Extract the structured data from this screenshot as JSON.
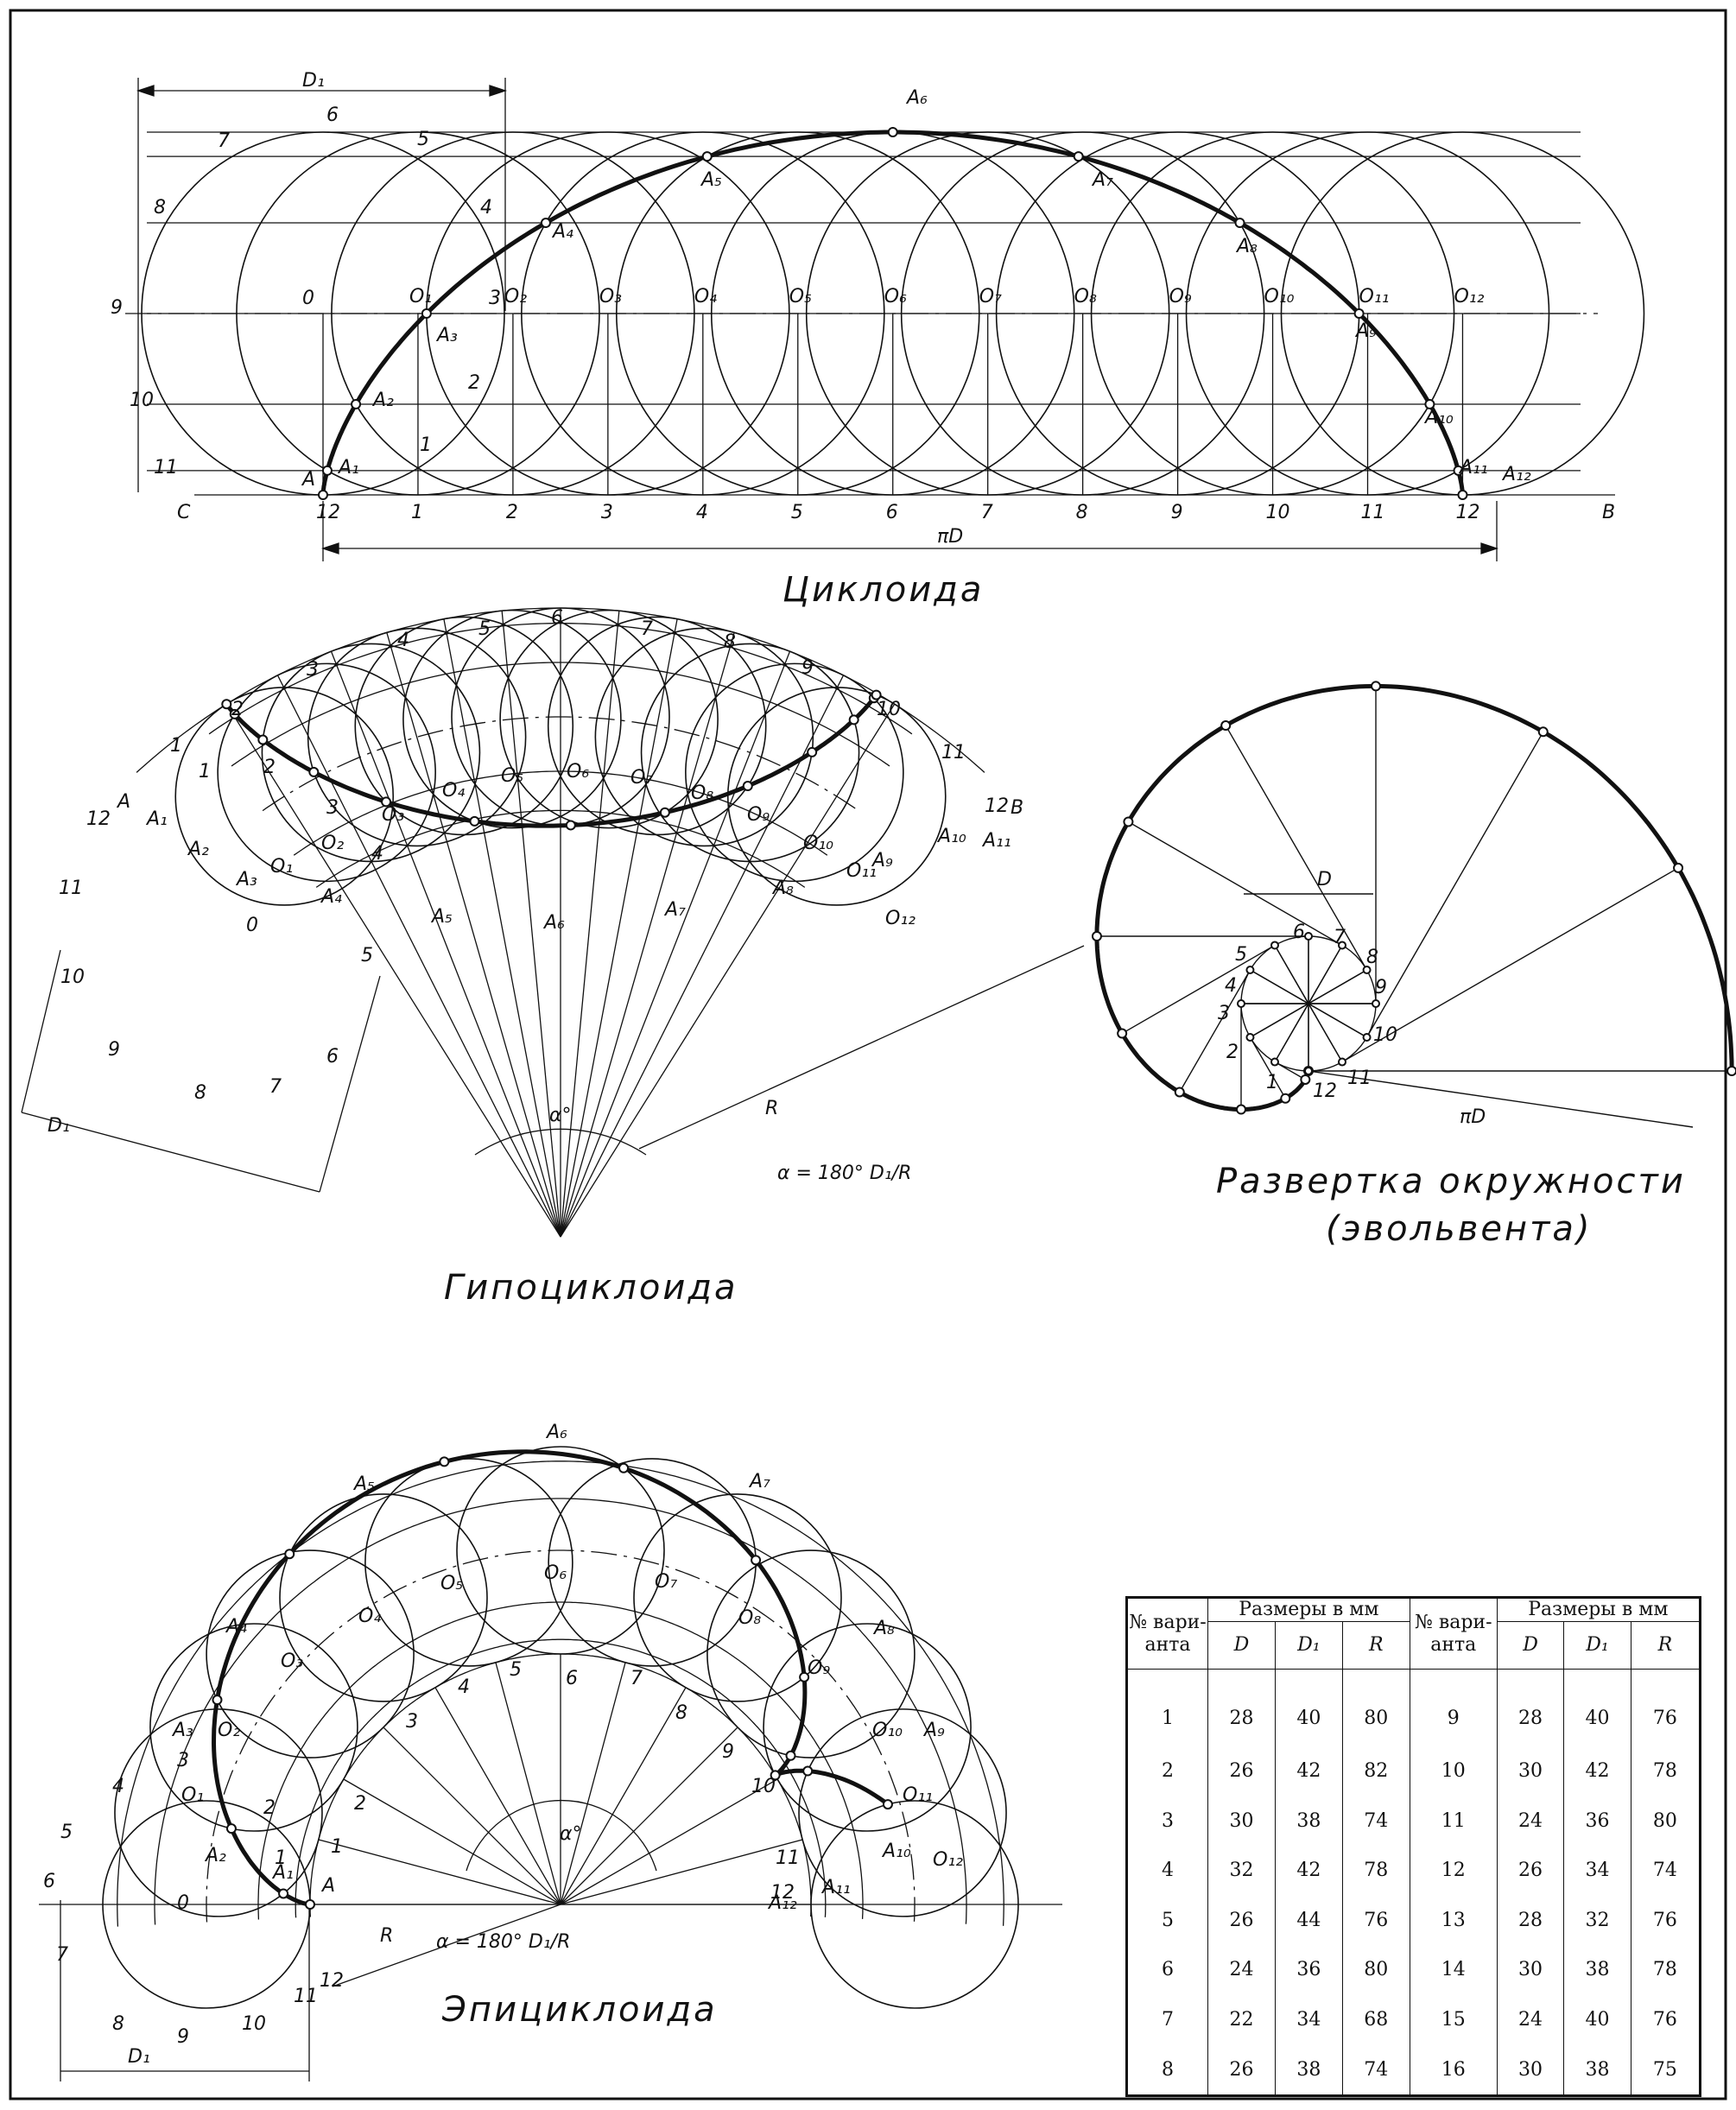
{
  "titles": {
    "cycloid": "Циклоида",
    "hypocycloid": "Гипоциклоида",
    "involute_line1": "Развертка окружности",
    "involute_line2": "(эвольвента)",
    "epicycloid": "Эпициклоида"
  },
  "cycloid": {
    "dim_top": "D₁",
    "dim_bottom": "πD",
    "left_end": "C",
    "right_end": "B",
    "point_A": "A",
    "base_numbers": [
      "12",
      "1",
      "2",
      "3",
      "4",
      "5",
      "6",
      "7",
      "8",
      "9",
      "10",
      "11",
      "12"
    ],
    "circle_numbers": [
      "6",
      "7",
      "8",
      "9",
      "10",
      "11",
      "5",
      "4",
      "3",
      "2",
      "1",
      "0"
    ],
    "centers": [
      "O₁",
      "O₂",
      "O₃",
      "O₄",
      "O₅",
      "O₆",
      "O₇",
      "O₈",
      "O₉",
      "O₁₀",
      "O₁₁",
      "O₁₂"
    ],
    "points": [
      "A₁",
      "A₂",
      "A₃",
      "A₄",
      "A₅",
      "A₆",
      "A₇",
      "A₈",
      "A₉",
      "A₁₀",
      "A₁₁",
      "A₁₂"
    ]
  },
  "hypocycloid": {
    "dim_d1": "D₁",
    "dim_r": "R",
    "angle": "α°",
    "formula": "α = 180° D₁/R",
    "point_A": "A",
    "point_B": "B",
    "arc_numbers": [
      "1",
      "2",
      "3",
      "4",
      "5",
      "6",
      "7",
      "8",
      "9",
      "10",
      "11",
      "12"
    ],
    "circle_numbers": [
      "12",
      "1",
      "2",
      "3",
      "4",
      "5",
      "6",
      "7",
      "8",
      "9",
      "10",
      "11",
      "0"
    ],
    "centers": [
      "O₁",
      "O₂",
      "O₃",
      "O₄",
      "O₅",
      "O₆",
      "O₇",
      "O₈",
      "O₉",
      "O₁₀",
      "O₁₁",
      "O₁₂"
    ],
    "points": [
      "A₁",
      "A₂",
      "A₃",
      "A₄",
      "A₅",
      "A₆",
      "A₇",
      "A₈",
      "A₉",
      "A₁₀",
      "A₁₁"
    ]
  },
  "involute": {
    "dim_d": "D",
    "dim_pd": "πD",
    "numbers": [
      "1",
      "2",
      "3",
      "4",
      "5",
      "6",
      "7",
      "8",
      "9",
      "10",
      "11",
      "12"
    ]
  },
  "epicycloid": {
    "dim_d1": "D₁",
    "dim_r": "R",
    "angle": "α°",
    "formula": "α = 180° D₁/R",
    "point_A": "A",
    "inner_numbers": [
      "1",
      "2",
      "3",
      "4",
      "5",
      "6",
      "7",
      "8",
      "9",
      "10",
      "11",
      "12"
    ],
    "circle_numbers": [
      "1",
      "2",
      "3",
      "4",
      "5",
      "6",
      "7",
      "8",
      "9",
      "10",
      "11",
      "12",
      "0"
    ],
    "centers": [
      "O₁",
      "O₂",
      "O₃",
      "O₄",
      "O₅",
      "O₆",
      "O₇",
      "O₈",
      "O₉",
      "O₁₀",
      "O₁₁",
      "O₁₂"
    ],
    "points": [
      "A₁",
      "A₂",
      "A₃",
      "A₄",
      "A₅",
      "A₆",
      "A₇",
      "A₈",
      "A₉",
      "A₁₀",
      "A₁₁",
      "A₁₂"
    ]
  },
  "table": {
    "col_variant": "№ вари- анта",
    "col_sizes": "Размеры в мм",
    "sub_headers": [
      "D",
      "D₁",
      "R"
    ],
    "rows_left": [
      [
        "1",
        "28",
        "40",
        "80"
      ],
      [
        "2",
        "26",
        "42",
        "82"
      ],
      [
        "3",
        "30",
        "38",
        "74"
      ],
      [
        "4",
        "32",
        "42",
        "78"
      ],
      [
        "5",
        "26",
        "44",
        "76"
      ],
      [
        "6",
        "24",
        "36",
        "80"
      ],
      [
        "7",
        "22",
        "34",
        "68"
      ],
      [
        "8",
        "26",
        "38",
        "74"
      ]
    ],
    "rows_right": [
      [
        "9",
        "28",
        "40",
        "76"
      ],
      [
        "10",
        "30",
        "42",
        "78"
      ],
      [
        "11",
        "24",
        "36",
        "80"
      ],
      [
        "12",
        "26",
        "34",
        "74"
      ],
      [
        "13",
        "28",
        "32",
        "76"
      ],
      [
        "14",
        "30",
        "38",
        "78"
      ],
      [
        "15",
        "24",
        "40",
        "76"
      ],
      [
        "16",
        "30",
        "38",
        "75"
      ]
    ]
  }
}
